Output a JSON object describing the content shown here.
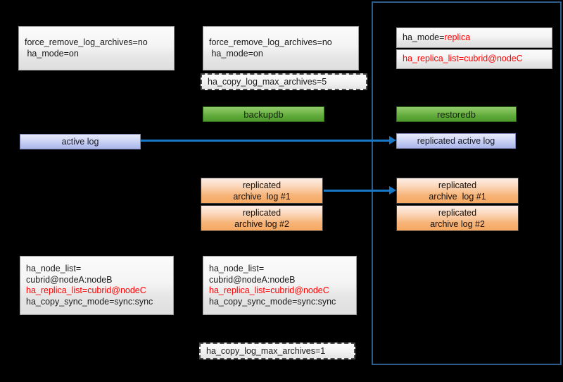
{
  "diagram": {
    "title": "CUBRID HA replica setup diagram",
    "colors": {
      "accent_blue": "#1878c8",
      "group_border": "#2e5c8a",
      "highlight_red": "#ff0000",
      "command_green": "#5ea93a",
      "log_blue": "#b9c3ef",
      "archive_orange": "#f7b377",
      "background": "#000000"
    }
  },
  "nodeA": {
    "config": {
      "line1": "force_remove_log_archives=no",
      "line2": " ha_mode=on"
    },
    "active_log": "active log",
    "ha_params": {
      "line1": "ha_node_list=",
      "line2": "cubrid@nodeA:nodeB",
      "line3": "ha_replica_list=cubrid@nodeC",
      "line4": "ha_copy_sync_mode=sync:sync"
    }
  },
  "nodeB": {
    "config": {
      "line1": "force_remove_log_archives=no",
      "line2": " ha_mode=on"
    },
    "copy_log_max": "ha_copy_log_max_archives=5",
    "backup_command": "backupdb",
    "archive1": {
      "line1": "replicated",
      "line2": "archive  log #1"
    },
    "archive2": {
      "line1": "replicated",
      "line2": "archive log #2"
    },
    "ha_params": {
      "line1": "ha_node_list=",
      "line2": "cubrid@nodeA:nodeB",
      "line3": "ha_replica_list=cubrid@nodeC",
      "line4": "ha_copy_sync_mode=sync:sync"
    },
    "copy_log_max_bottom": "ha_copy_log_max_archives=1"
  },
  "nodeC": {
    "ha_mode_prefix": "ha_mode=",
    "ha_mode_value": "replica",
    "ha_replica_list": "ha_replica_list=cubrid@nodeC",
    "restore_command": "restoredb",
    "replicated_active_log": "replicated active log",
    "archive1": {
      "line1": "replicated",
      "line2": "archive  log #1"
    },
    "archive2": {
      "line1": "replicated",
      "line2": "archive log #2"
    }
  }
}
